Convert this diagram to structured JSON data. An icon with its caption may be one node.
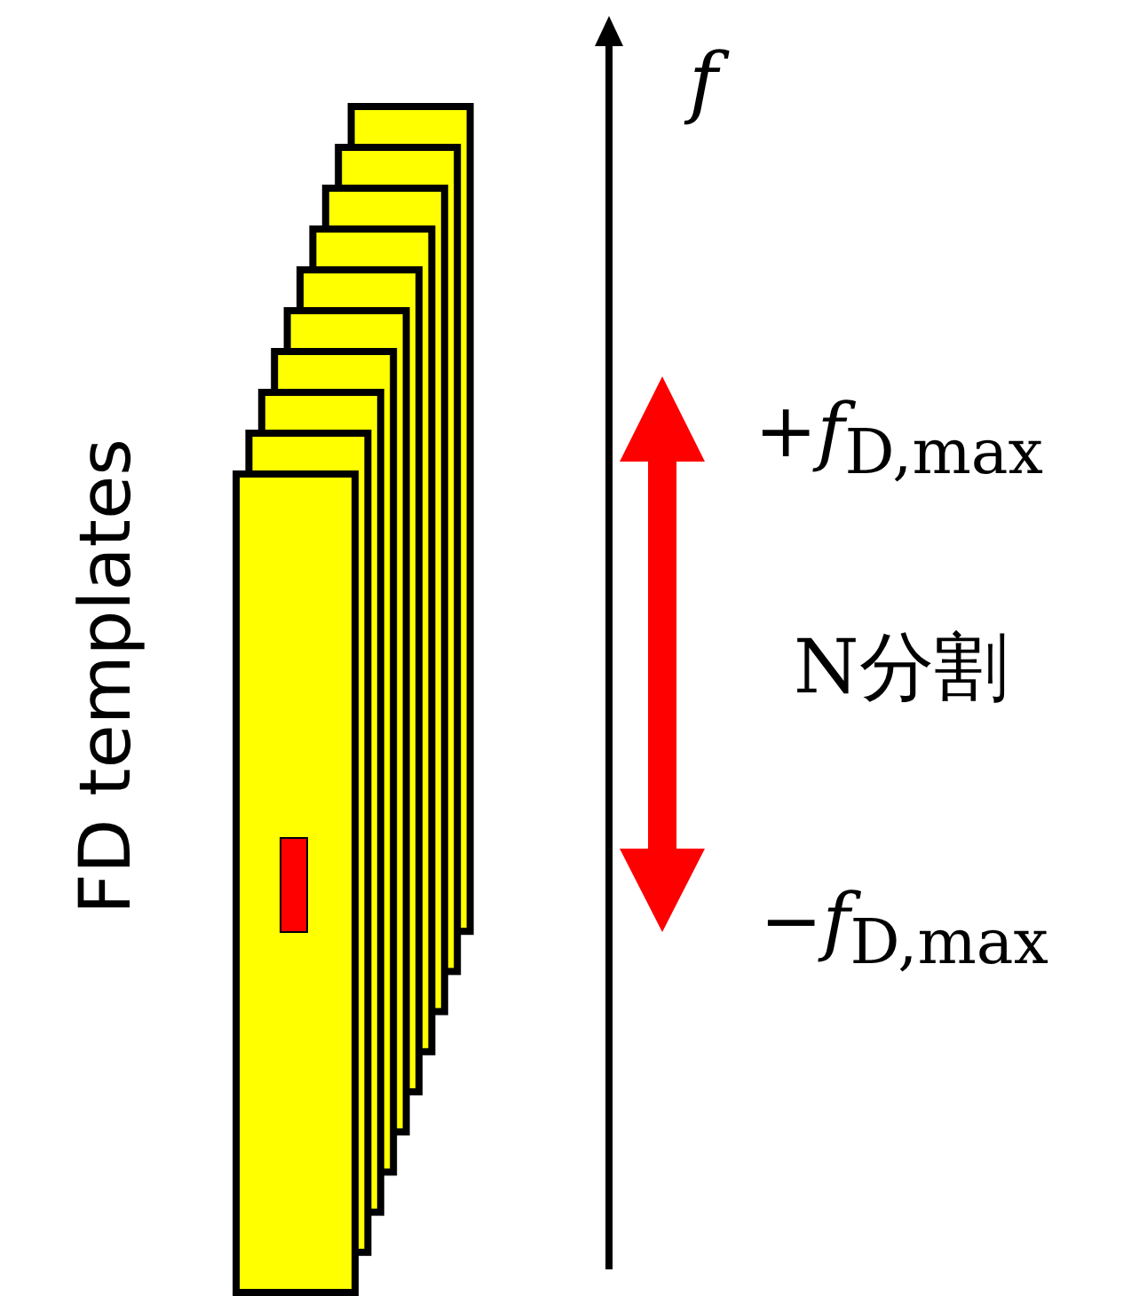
{
  "diagram": {
    "labels": [
      "FD templates",
      "f",
      "+*f*$_{D,max}$",
      "N分割",
      "−*f*$_{D,max}$"
    ]
  }
}
